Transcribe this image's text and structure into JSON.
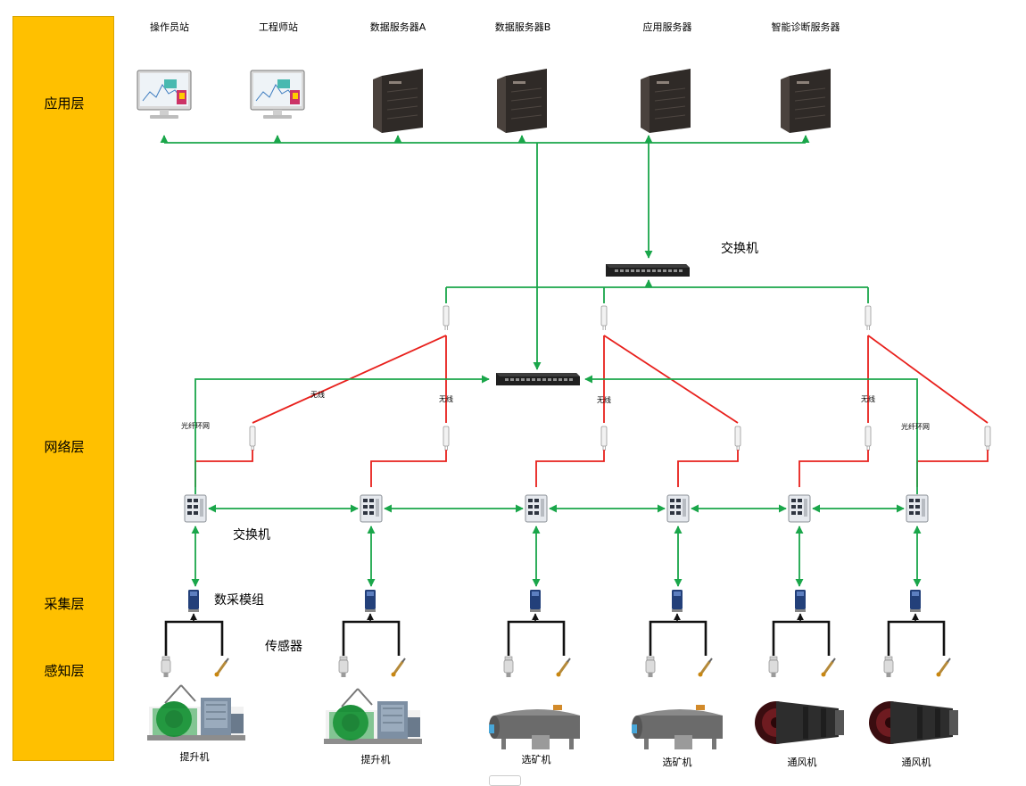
{
  "layers": {
    "application": "应用层",
    "network": "网络层",
    "acquisition": "采集层",
    "perception": "感知层"
  },
  "devices": {
    "operator_station": "操作员站",
    "engineer_station": "工程师站",
    "data_server_a": "数据服务器A",
    "data_server_b": "数据服务器B",
    "app_server": "应用服务器",
    "diagnosis_server": "智能诊断服务器"
  },
  "labels": {
    "core_switch": "交换机",
    "field_switch": "交换机",
    "daq_module": "数采模组",
    "sensor": "传感器",
    "wireless_1": "无线",
    "wireless_2": "无线",
    "wireless_3": "无线",
    "wireless_4": "无线",
    "fiber_ring_left": "光纤环网",
    "fiber_ring_right": "光纤环网"
  },
  "machines": {
    "m1": "提升机",
    "m2": "提升机",
    "m3": "选矿机",
    "m4": "选矿机",
    "m5": "通风机",
    "m6": "通风机"
  },
  "colors": {
    "layer_bar": "#FFC000",
    "wired_link": "#1aa64a",
    "wireless_link": "#e8201c"
  }
}
